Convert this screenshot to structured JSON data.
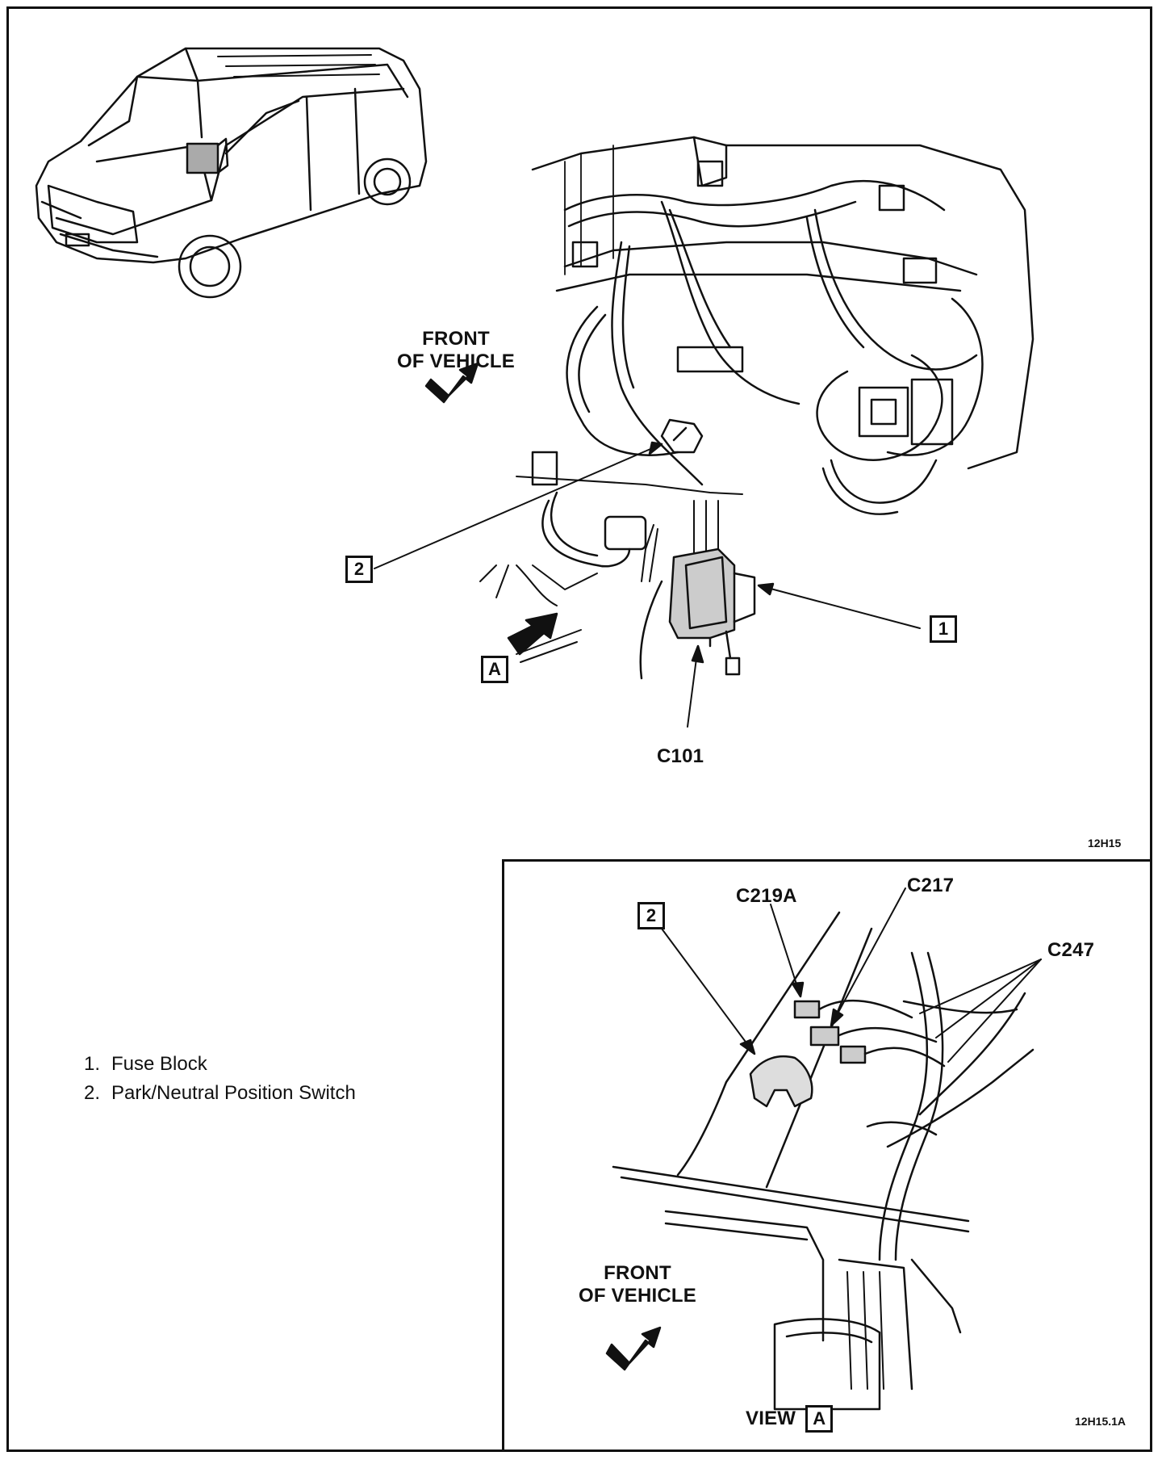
{
  "main_view": {
    "front_label_line1": "FRONT",
    "front_label_line2": "OF VEHICLE",
    "callout_1": "1",
    "callout_2": "2",
    "callout_A": "A",
    "connector_c101": "C101",
    "figure_id": "12H15"
  },
  "legend": {
    "items": [
      {
        "num": "1.",
        "text": "Fuse Block"
      },
      {
        "num": "2.",
        "text": "Park/Neutral Position Switch"
      }
    ]
  },
  "inset_view": {
    "callout_2": "2",
    "connector_c219a": "C219A",
    "connector_c217": "C217",
    "connector_c247": "C247",
    "front_label_line1": "FRONT",
    "front_label_line2": "OF VEHICLE",
    "view_label": "VIEW",
    "view_box": "A",
    "figure_id": "12H15.1A"
  }
}
